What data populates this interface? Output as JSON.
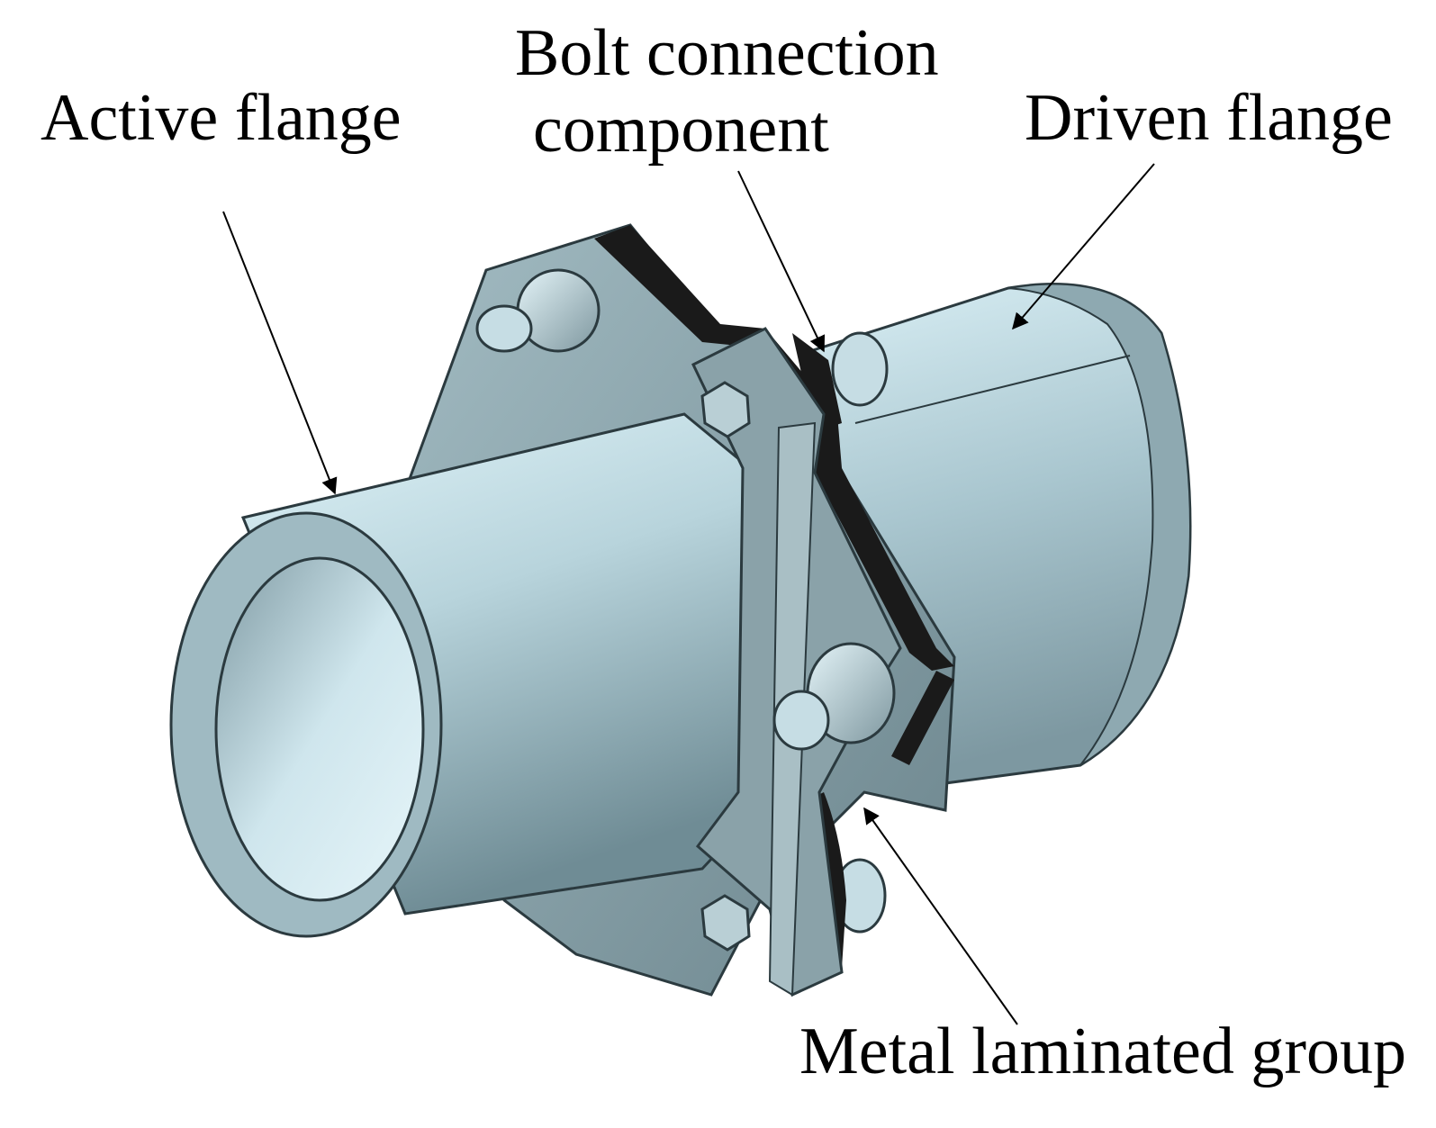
{
  "labels": {
    "active_flange": "Active flange",
    "bolt_connection_line1": "Bolt connection",
    "bolt_connection_line2": "component",
    "driven_flange": "Driven flange",
    "metal_laminated_group": "Metal laminated group"
  },
  "colors": {
    "background": "#ffffff",
    "steel_light": "#d4ecf3",
    "steel_mid": "#a9c6cf",
    "steel_dark": "#6d8790",
    "flange_plate": "#8aa2a9",
    "laminate": "#1a1a1a",
    "text": "#000000"
  }
}
